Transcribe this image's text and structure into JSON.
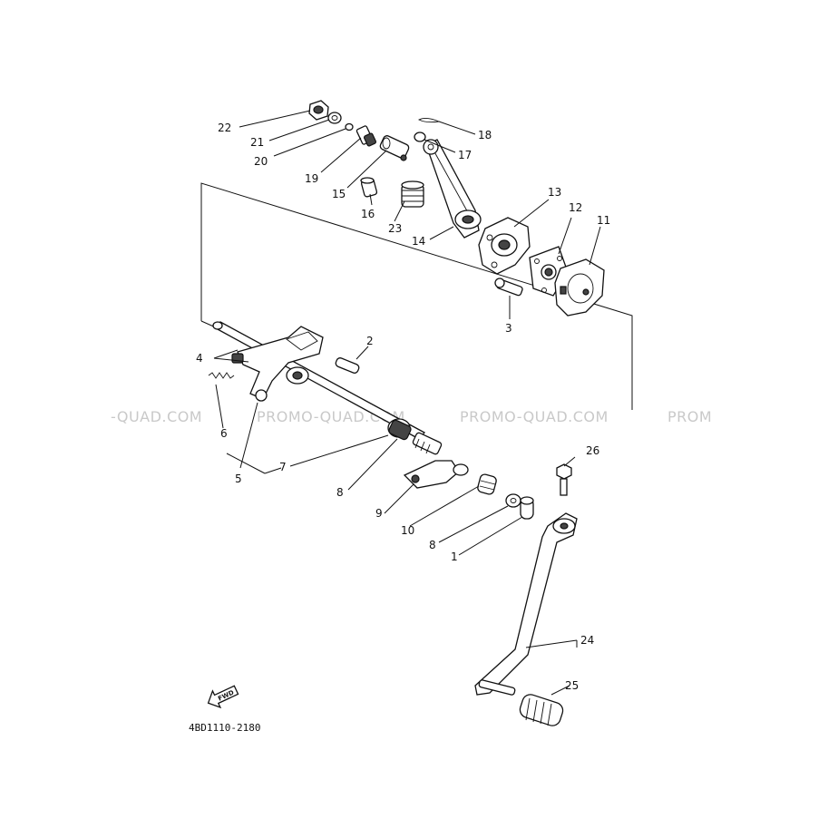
{
  "watermarks": [
    "-QUAD.COM",
    "PROMO-QUAD.COM",
    "PROMO-QUAD.COM",
    "PROM"
  ],
  "callouts": [
    {
      "id": "c22",
      "text": "22"
    },
    {
      "id": "c21",
      "text": "21"
    },
    {
      "id": "c20",
      "text": "20"
    },
    {
      "id": "c19",
      "text": "19"
    },
    {
      "id": "c15",
      "text": "15"
    },
    {
      "id": "c16",
      "text": "16"
    },
    {
      "id": "c23",
      "text": "23"
    },
    {
      "id": "c18",
      "text": "18"
    },
    {
      "id": "c17",
      "text": "17"
    },
    {
      "id": "c14",
      "text": "14"
    },
    {
      "id": "c13",
      "text": "13"
    },
    {
      "id": "c12",
      "text": "12"
    },
    {
      "id": "c11",
      "text": "11"
    },
    {
      "id": "c3",
      "text": "3"
    },
    {
      "id": "c2",
      "text": "2"
    },
    {
      "id": "c4",
      "text": "4"
    },
    {
      "id": "c6",
      "text": "6"
    },
    {
      "id": "c5",
      "text": "5"
    },
    {
      "id": "c7",
      "text": "7"
    },
    {
      "id": "c8a",
      "text": "8"
    },
    {
      "id": "c9",
      "text": "9"
    },
    {
      "id": "c10",
      "text": "10"
    },
    {
      "id": "c8b",
      "text": "8"
    },
    {
      "id": "c1",
      "text": "1"
    },
    {
      "id": "c26",
      "text": "26"
    },
    {
      "id": "c24",
      "text": "24"
    },
    {
      "id": "c25",
      "text": "25"
    }
  ],
  "fwd_label": "FWD",
  "drawing_code": "4BD1110-2180"
}
